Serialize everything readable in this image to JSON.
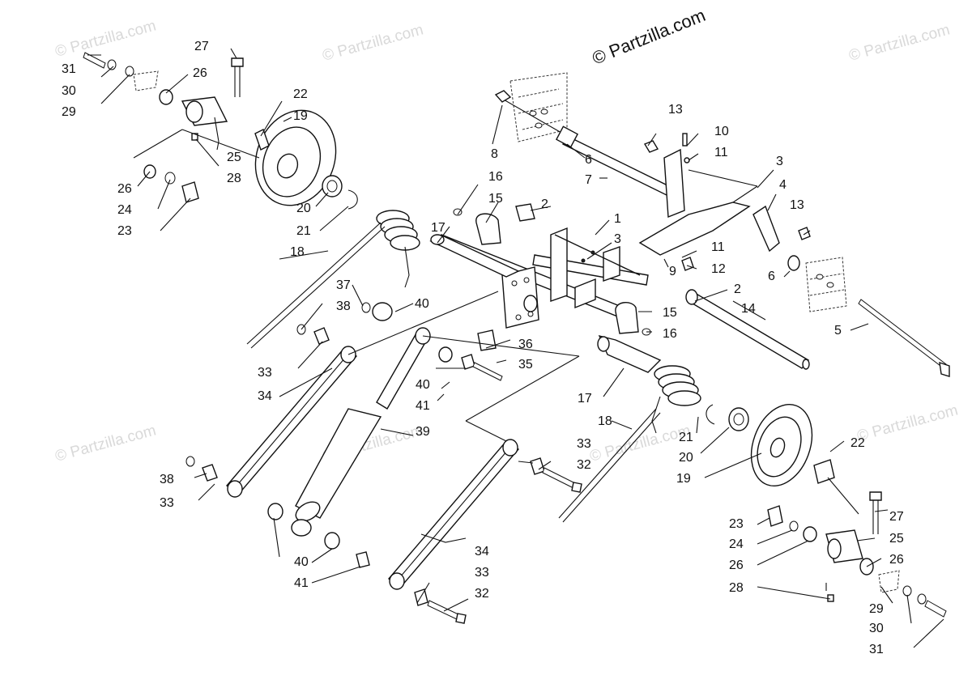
{
  "watermarks": {
    "main": "© Partzilla.com",
    "faint": "© Partzilla.com"
  },
  "callouts": [
    {
      "id": "c1",
      "text": "1"
    },
    {
      "id": "c2a",
      "text": "2"
    },
    {
      "id": "c2b",
      "text": "2"
    },
    {
      "id": "c3a",
      "text": "3"
    },
    {
      "id": "c3b",
      "text": "3"
    },
    {
      "id": "c4",
      "text": "4"
    },
    {
      "id": "c5",
      "text": "5"
    },
    {
      "id": "c6a",
      "text": "6"
    },
    {
      "id": "c6b",
      "text": "6"
    },
    {
      "id": "c7",
      "text": "7"
    },
    {
      "id": "c8",
      "text": "8"
    },
    {
      "id": "c9",
      "text": "9"
    },
    {
      "id": "c10",
      "text": "10"
    },
    {
      "id": "c11a",
      "text": "11"
    },
    {
      "id": "c11b",
      "text": "11"
    },
    {
      "id": "c12",
      "text": "12"
    },
    {
      "id": "c13a",
      "text": "13"
    },
    {
      "id": "c13b",
      "text": "13"
    },
    {
      "id": "c14",
      "text": "14"
    },
    {
      "id": "c15a",
      "text": "15"
    },
    {
      "id": "c15b",
      "text": "15"
    },
    {
      "id": "c16a",
      "text": "16"
    },
    {
      "id": "c16b",
      "text": "16"
    },
    {
      "id": "c17a",
      "text": "17"
    },
    {
      "id": "c17b",
      "text": "17"
    },
    {
      "id": "c18a",
      "text": "18"
    },
    {
      "id": "c18b",
      "text": "18"
    },
    {
      "id": "c19a",
      "text": "19"
    },
    {
      "id": "c19b",
      "text": "19"
    },
    {
      "id": "c20a",
      "text": "20"
    },
    {
      "id": "c20b",
      "text": "20"
    },
    {
      "id": "c21a",
      "text": "21"
    },
    {
      "id": "c21b",
      "text": "21"
    },
    {
      "id": "c22a",
      "text": "22"
    },
    {
      "id": "c22b",
      "text": "22"
    },
    {
      "id": "c23a",
      "text": "23"
    },
    {
      "id": "c23b",
      "text": "23"
    },
    {
      "id": "c24a",
      "text": "24"
    },
    {
      "id": "c24b",
      "text": "24"
    },
    {
      "id": "c25a",
      "text": "25"
    },
    {
      "id": "c25b",
      "text": "25"
    },
    {
      "id": "c26a",
      "text": "26"
    },
    {
      "id": "c26b",
      "text": "26"
    },
    {
      "id": "c26c",
      "text": "26"
    },
    {
      "id": "c26d",
      "text": "26"
    },
    {
      "id": "c27a",
      "text": "27"
    },
    {
      "id": "c27b",
      "text": "27"
    },
    {
      "id": "c28a",
      "text": "28"
    },
    {
      "id": "c28b",
      "text": "28"
    },
    {
      "id": "c29a",
      "text": "29"
    },
    {
      "id": "c29b",
      "text": "29"
    },
    {
      "id": "c30a",
      "text": "30"
    },
    {
      "id": "c30b",
      "text": "30"
    },
    {
      "id": "c31a",
      "text": "31"
    },
    {
      "id": "c31b",
      "text": "31"
    },
    {
      "id": "c32a",
      "text": "32"
    },
    {
      "id": "c32b",
      "text": "32"
    },
    {
      "id": "c33a",
      "text": "33"
    },
    {
      "id": "c33b",
      "text": "33"
    },
    {
      "id": "c33c",
      "text": "33"
    },
    {
      "id": "c33d",
      "text": "33"
    },
    {
      "id": "c34a",
      "text": "34"
    },
    {
      "id": "c34b",
      "text": "34"
    },
    {
      "id": "c35",
      "text": "35"
    },
    {
      "id": "c36",
      "text": "36"
    },
    {
      "id": "c37",
      "text": "37"
    },
    {
      "id": "c38a",
      "text": "38"
    },
    {
      "id": "c38b",
      "text": "38"
    },
    {
      "id": "c39",
      "text": "39"
    },
    {
      "id": "c40a",
      "text": "40"
    },
    {
      "id": "c40b",
      "text": "40"
    },
    {
      "id": "c40c",
      "text": "40"
    },
    {
      "id": "c41a",
      "text": "41"
    },
    {
      "id": "c41b",
      "text": "41"
    }
  ]
}
